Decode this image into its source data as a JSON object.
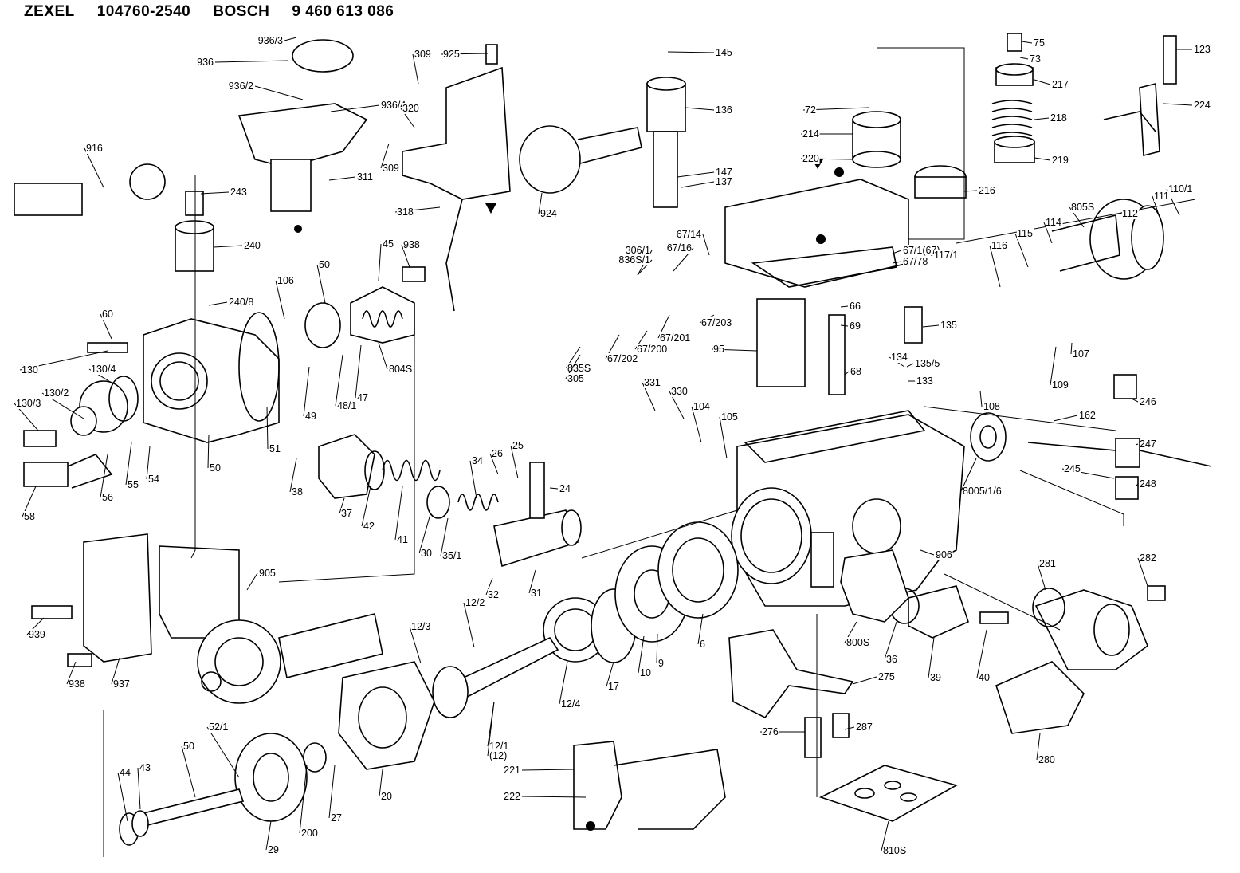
{
  "header": {
    "brand1": "ZEXEL",
    "number1": "104760-2540",
    "brand2": "BOSCH",
    "number2": "9 460 613 086"
  },
  "labels": [
    "936/3",
    "936",
    "936/2",
    "936/4",
    "309",
    "320",
    "309",
    "311",
    "925",
    "145",
    "136",
    "147",
    "137",
    "916",
    "243",
    "240",
    "318",
    "924",
    "240/8",
    "106",
    "50",
    "45",
    "938",
    "60",
    "130",
    "130/4",
    "130/2",
    "130/3",
    "804S",
    "49",
    "48/1",
    "47",
    "51",
    "50",
    "58",
    "56",
    "55",
    "54",
    "38",
    "37",
    "42",
    "41",
    "30",
    "35/1",
    "34",
    "26",
    "25",
    "24",
    "32",
    "31",
    "905",
    "939",
    "938",
    "937",
    "12/2",
    "12/3",
    "12/1",
    "(12)",
    "12/4",
    "17",
    "10",
    "9",
    "6",
    "52/1",
    "50",
    "44",
    "43",
    "29",
    "200",
    "27",
    "20",
    "221",
    "222",
    "75",
    "73",
    "217",
    "123",
    "224",
    "218",
    "219",
    "216",
    "214",
    "220",
    "72",
    "67/14",
    "67/16",
    "306/1",
    "836S/1",
    "67/1(67)",
    "117/1",
    "67/78",
    "110/1",
    "111",
    "112",
    "805S",
    "114",
    "115",
    "116",
    "66",
    "69",
    "67/203",
    "135",
    "67/201",
    "67/200",
    "67/202",
    "835S",
    "305",
    "95",
    "134",
    "135/5",
    "133",
    "68",
    "107",
    "109",
    "108",
    "246",
    "162",
    "247",
    "248",
    "245",
    "331",
    "330",
    "104",
    "105",
    "8005/1/6",
    "906",
    "800S",
    "36",
    "39",
    "40",
    "275",
    "276",
    "287",
    "281",
    "282",
    "280",
    "810S"
  ]
}
